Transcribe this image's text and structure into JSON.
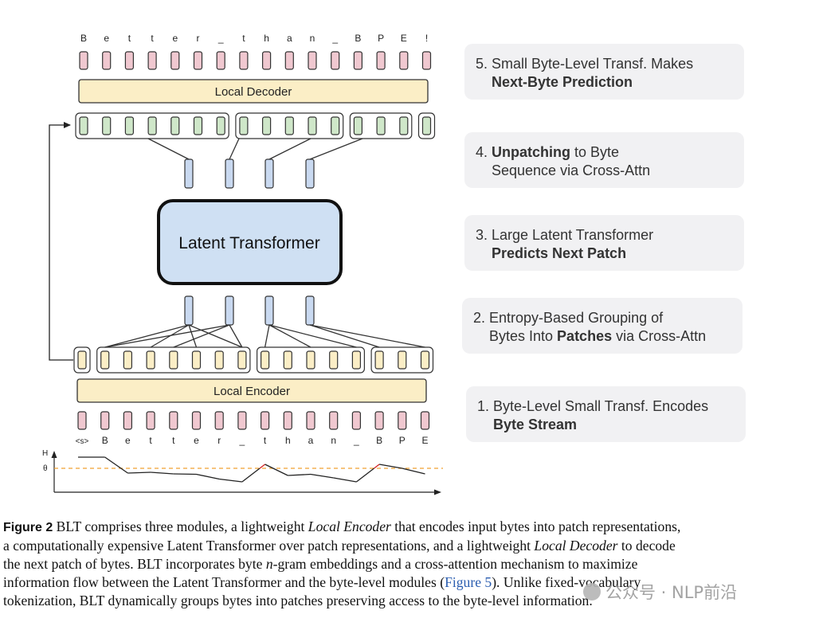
{
  "diagram": {
    "top_bytes": [
      "B",
      "e",
      "t",
      "t",
      "e",
      "r",
      "_",
      "t",
      "h",
      "a",
      "n",
      "_",
      "B",
      "P",
      "E",
      "!"
    ],
    "bottom_bytes": [
      "<s>",
      "B",
      "e",
      "t",
      "t",
      "e",
      "r",
      "_",
      "t",
      "h",
      "a",
      "n",
      "_",
      "B",
      "P",
      "E"
    ],
    "local_decoder_label": "Local Decoder",
    "local_encoder_label": "Local Encoder",
    "latent_transformer_label": "Latent Transformer",
    "entropy_axis_label": "H",
    "threshold_label": "θ",
    "entropy_values": [
      0.88,
      0.88,
      0.48,
      0.5,
      0.46,
      0.45,
      0.33,
      0.26,
      0.7,
      0.42,
      0.45,
      0.36,
      0.26,
      0.7,
      0.6,
      0.46
    ],
    "threshold_value": 0.6,
    "colors": {
      "decoder_byte": "#f0c8d0",
      "encoder_byte": "#f0c8d0",
      "decoder_hidden": "#cfe7c9",
      "encoder_hidden": "#fbeec6",
      "patch": "#c9d9f0",
      "local_block": "#fbeec6",
      "latent_block": "#cfe0f3",
      "threshold_line": "#f0a030",
      "spike": "#d62020"
    }
  },
  "steps": [
    {
      "line1": "5. Small Byte-Level Transf. Makes",
      "line2_bold": "Next-Byte Prediction",
      "line2_rest": ""
    },
    {
      "line1_pre": "4. ",
      "line1_bold": "Unpatching",
      "line1_rest": " to Byte",
      "line2": "Sequence via Cross-Attn"
    },
    {
      "line1": "3. Large Latent Transformer",
      "line2_bold": "Predicts Next Patch",
      "line2_rest": ""
    },
    {
      "line1": "2. Entropy-Based Grouping of",
      "line2_pre": "Bytes Into ",
      "line2_bold": "Patches",
      "line2_rest": " via Cross-Attn"
    },
    {
      "line1": "1. Byte-Level  Small Transf. Encodes",
      "line2_bold": "Byte Stream",
      "line2_rest": ""
    }
  ],
  "caption": {
    "label": "Figure 2",
    "l1_a": " BLT comprises three modules, a lightweight ",
    "l1_b": "Local Encoder",
    "l1_c": " that encodes input bytes into patch representations,",
    "l2_a": "a computationally expensive Latent Transformer over patch representations, and a lightweight ",
    "l2_b": "Local Decoder",
    "l2_c": " to decode",
    "l3_a": "the next patch of bytes. BLT incorporates byte ",
    "l3_b": "n",
    "l3_c": "-gram embeddings and a cross-attention mechanism to maximize",
    "l4_a": "information flow between the Latent Transformer and the byte-level modules (",
    "l4_ref": "Figure 5",
    "l4_c": "). Unlike fixed-vocabulary",
    "l5": "tokenization, BLT dynamically groups bytes into patches preserving access to the byte-level information."
  },
  "watermark": {
    "text": "公众号 · NLP前沿"
  }
}
